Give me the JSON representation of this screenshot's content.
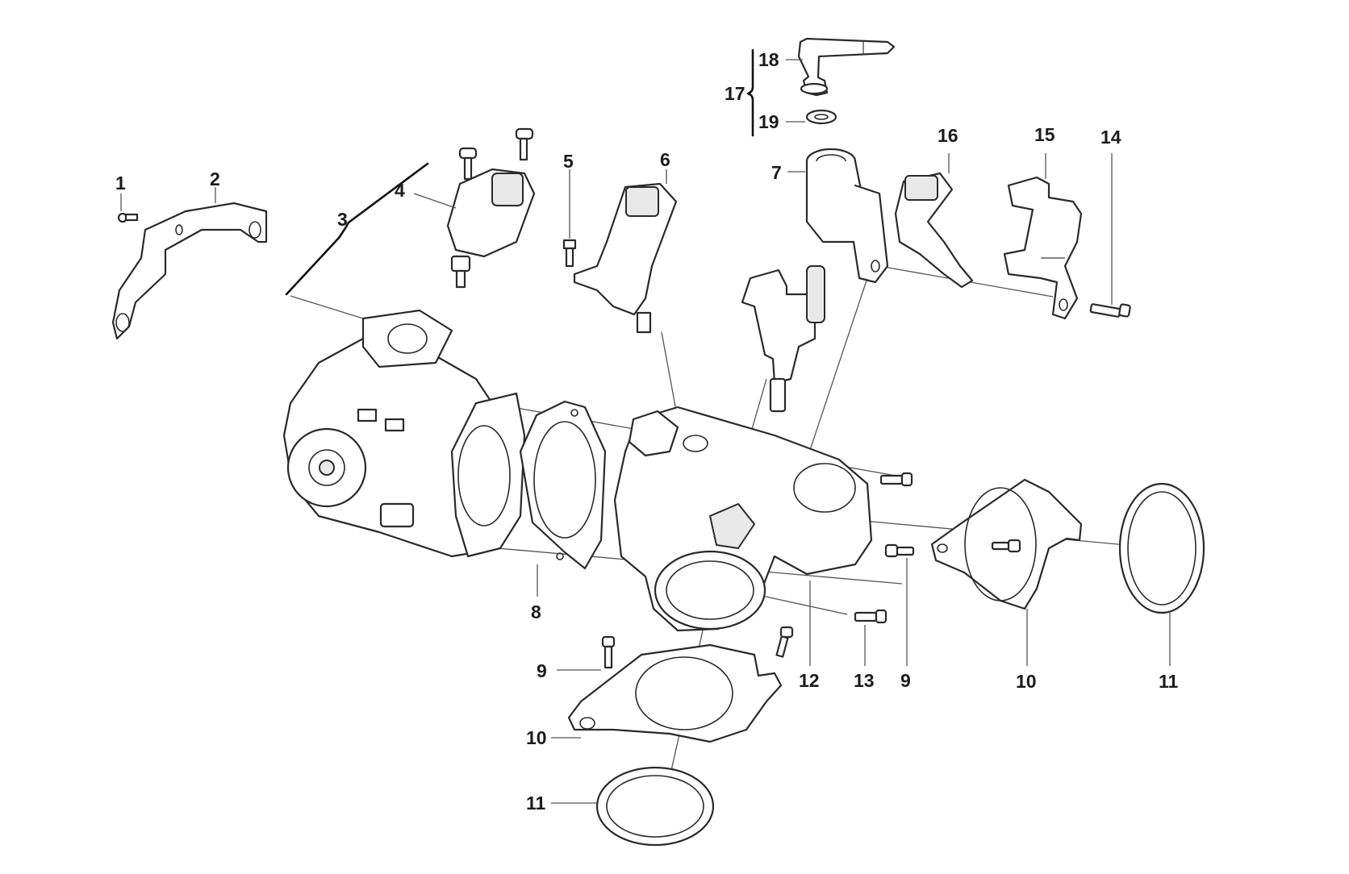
{
  "diagram": {
    "type": "exploded-parts-diagram",
    "subject": "Throttle body assembly",
    "colors": {
      "line": "#2a2a2a",
      "background": "#ffffff",
      "label": "#1c1c1c"
    },
    "callouts": [
      {
        "id": "c1",
        "text": "1",
        "part": "screw"
      },
      {
        "id": "c2",
        "text": "2",
        "part": "bracket"
      },
      {
        "id": "c3",
        "text": "3",
        "part": "throttle-body-assembly"
      },
      {
        "id": "c4",
        "text": "4",
        "part": "idle-air-control-valve"
      },
      {
        "id": "c5",
        "text": "5",
        "part": "screw"
      },
      {
        "id": "c6",
        "text": "6",
        "part": "map-sensor"
      },
      {
        "id": "c7",
        "text": "7",
        "part": "fuel-rail-fitting"
      },
      {
        "id": "c8",
        "text": "8",
        "part": "gasket"
      },
      {
        "id": "c9a",
        "text": "9",
        "part": "screw"
      },
      {
        "id": "c9b",
        "text": "9",
        "part": "screw"
      },
      {
        "id": "c10a",
        "text": "10",
        "part": "flange"
      },
      {
        "id": "c10b",
        "text": "10",
        "part": "flange"
      },
      {
        "id": "c11a",
        "text": "11",
        "part": "o-ring"
      },
      {
        "id": "c11b",
        "text": "11",
        "part": "o-ring"
      },
      {
        "id": "c12",
        "text": "12",
        "part": "intake-manifold"
      },
      {
        "id": "c13",
        "text": "13",
        "part": "screw"
      },
      {
        "id": "c14",
        "text": "14",
        "part": "screw"
      },
      {
        "id": "c15",
        "text": "15",
        "part": "injector-bracket"
      },
      {
        "id": "c16",
        "text": "16",
        "part": "fuel-injector"
      },
      {
        "id": "c17",
        "text": "17",
        "part": "fuel-connector-kit"
      },
      {
        "id": "c18",
        "text": "18",
        "part": "fuel-hose-connector"
      },
      {
        "id": "c19",
        "text": "19",
        "part": "seal"
      }
    ]
  }
}
